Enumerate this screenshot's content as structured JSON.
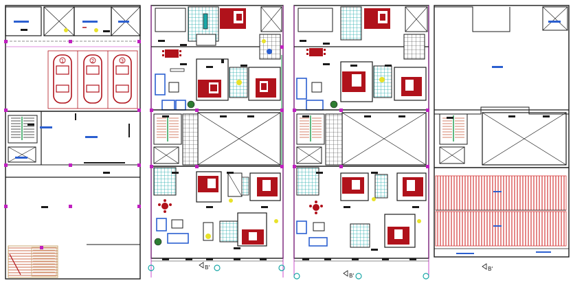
{
  "labels": {
    "car_1": "1",
    "car_2": "2",
    "car_3": "3",
    "section_mark_a": "B'",
    "section_mark_b": "B'",
    "section_mark_c": "B'"
  },
  "colors": {
    "wall": "#1a1a1a",
    "furniture_red": "#b0121b",
    "tile_cyan": "#1aa7a7",
    "furniture_blue": "#2b5fd0",
    "fixture_yellow": "#e8e22a",
    "grid_magenta": "#c020c0",
    "dim_green": "#1a9a4a",
    "roof_red": "#d43a3a",
    "stair_tan": "#c9a872",
    "plant_green": "#2e7d32"
  },
  "icons": {
    "car": "car-icon",
    "stair": "staircase-icon",
    "bed": "bed-icon",
    "sofa": "sofa-icon",
    "dining": "dining-table-icon",
    "plant": "plant-icon",
    "column": "column-marker-icon"
  }
}
